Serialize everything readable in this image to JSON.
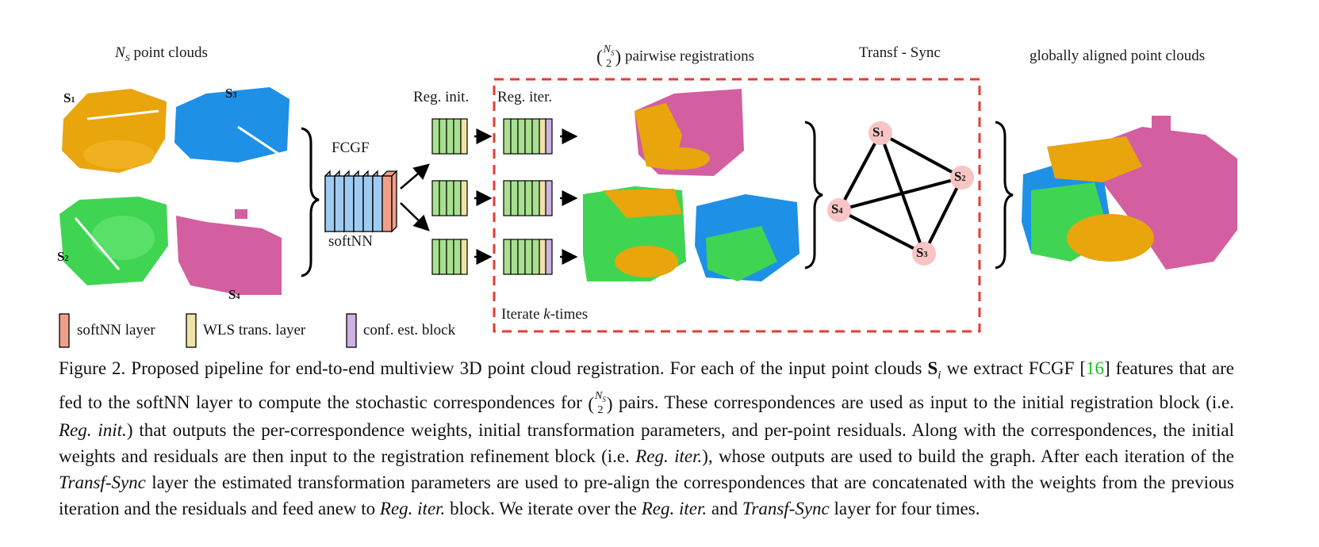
{
  "figure": {
    "label_point_clouds_prefix": "N",
    "label_point_clouds_sub": "S",
    "label_point_clouds_suffix": " point clouds",
    "label_pairwise_top": "N",
    "label_pairwise_sub": "S",
    "label_pairwise_bottom": "2",
    "label_pairwise_suffix": " pairwise registrations",
    "label_transf_sync": "Transf - Sync",
    "label_globally_aligned": "globally aligned point clouds",
    "label_fcgf": "FCGF",
    "label_softnn": "softNN",
    "label_reg_init": "Reg. init.",
    "label_reg_iter": "Reg. iter.",
    "label_iterate_prefix": "Iterate ",
    "label_iterate_k": "k",
    "label_iterate_suffix": "-times",
    "clouds": [
      {
        "name": "S",
        "sub": "1",
        "color": "#e8a50c"
      },
      {
        "name": "S",
        "sub": "3",
        "color": "#1e90e6"
      },
      {
        "name": "S",
        "sub": "2",
        "color": "#3fd552"
      },
      {
        "name": "S",
        "sub": "4",
        "color": "#d35ea0"
      }
    ],
    "graph_nodes": [
      {
        "name": "S",
        "sub": "1"
      },
      {
        "name": "S",
        "sub": "2"
      },
      {
        "name": "S",
        "sub": "3"
      },
      {
        "name": "S",
        "sub": "4"
      }
    ],
    "legend": [
      {
        "label": "softNN layer",
        "color": "#f0a088"
      },
      {
        "label": "WLS trans. layer",
        "color": "#efe3a6"
      },
      {
        "label": "conf. est. block",
        "color": "#cdb2e2"
      }
    ],
    "colors": {
      "fcgf_block": "#9fcbf2",
      "reg_block": "#a8e08f",
      "dashed_box": "#e43c34",
      "graph_node": "#f8c4c4"
    }
  },
  "caption": {
    "p1": "Figure 2. Proposed pipeline for end-to-end multiview 3D point cloud registration.  For each of the input point clouds ",
    "si_name": "S",
    "si_sub": "i",
    "p2": " we extract FCGF [",
    "ref": "16",
    "p3": "] features that are fed to the softNN layer to compute the stochastic correspondences for ",
    "binom_top": "N",
    "binom_sub": "S",
    "binom_bottom": "2",
    "p4": " pairs. These correspondences are used as input to the initial registration block (i.e. ",
    "em1": "Reg. init.",
    "p5": ") that outputs the per-correspondence weights, initial transformation parameters, and per-point residuals.  Along with the correspondences, the initial weights and residuals are then input to the registration refinement block (i.e. ",
    "em2": "Reg. iter.",
    "p6": "), whose outputs are used to build the graph. After each iteration of the ",
    "em3": "Transf-Sync",
    "p7": " layer the estimated transformation parameters are used to pre-align the correspondences that are concatenated with the weights from the previous iteration and the residuals and feed anew to ",
    "em4": "Reg. iter.",
    "p8": " block. We iterate over the ",
    "em5": "Reg. iter.",
    "p9": " and ",
    "em6": "Transf-Sync",
    "p10": " layer for four times."
  }
}
